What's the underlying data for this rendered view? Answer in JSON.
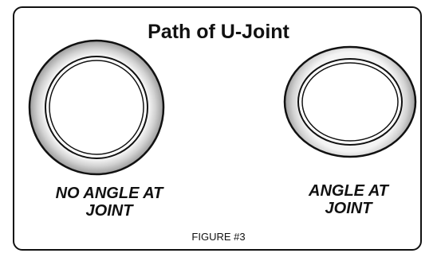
{
  "title": "Path of U-Joint",
  "left_ring": {
    "caption_lines": [
      "NO ANGLE AT",
      "JOINT"
    ]
  },
  "right_ring": {
    "caption_lines": [
      "ANGLE AT",
      "JOINT"
    ]
  },
  "figure_label": "FIGURE #3",
  "colors": {
    "line": "#111111",
    "ring_shade": "#b5b5b5",
    "ring_highlight": "#f2f2f2",
    "background": "#ffffff"
  }
}
